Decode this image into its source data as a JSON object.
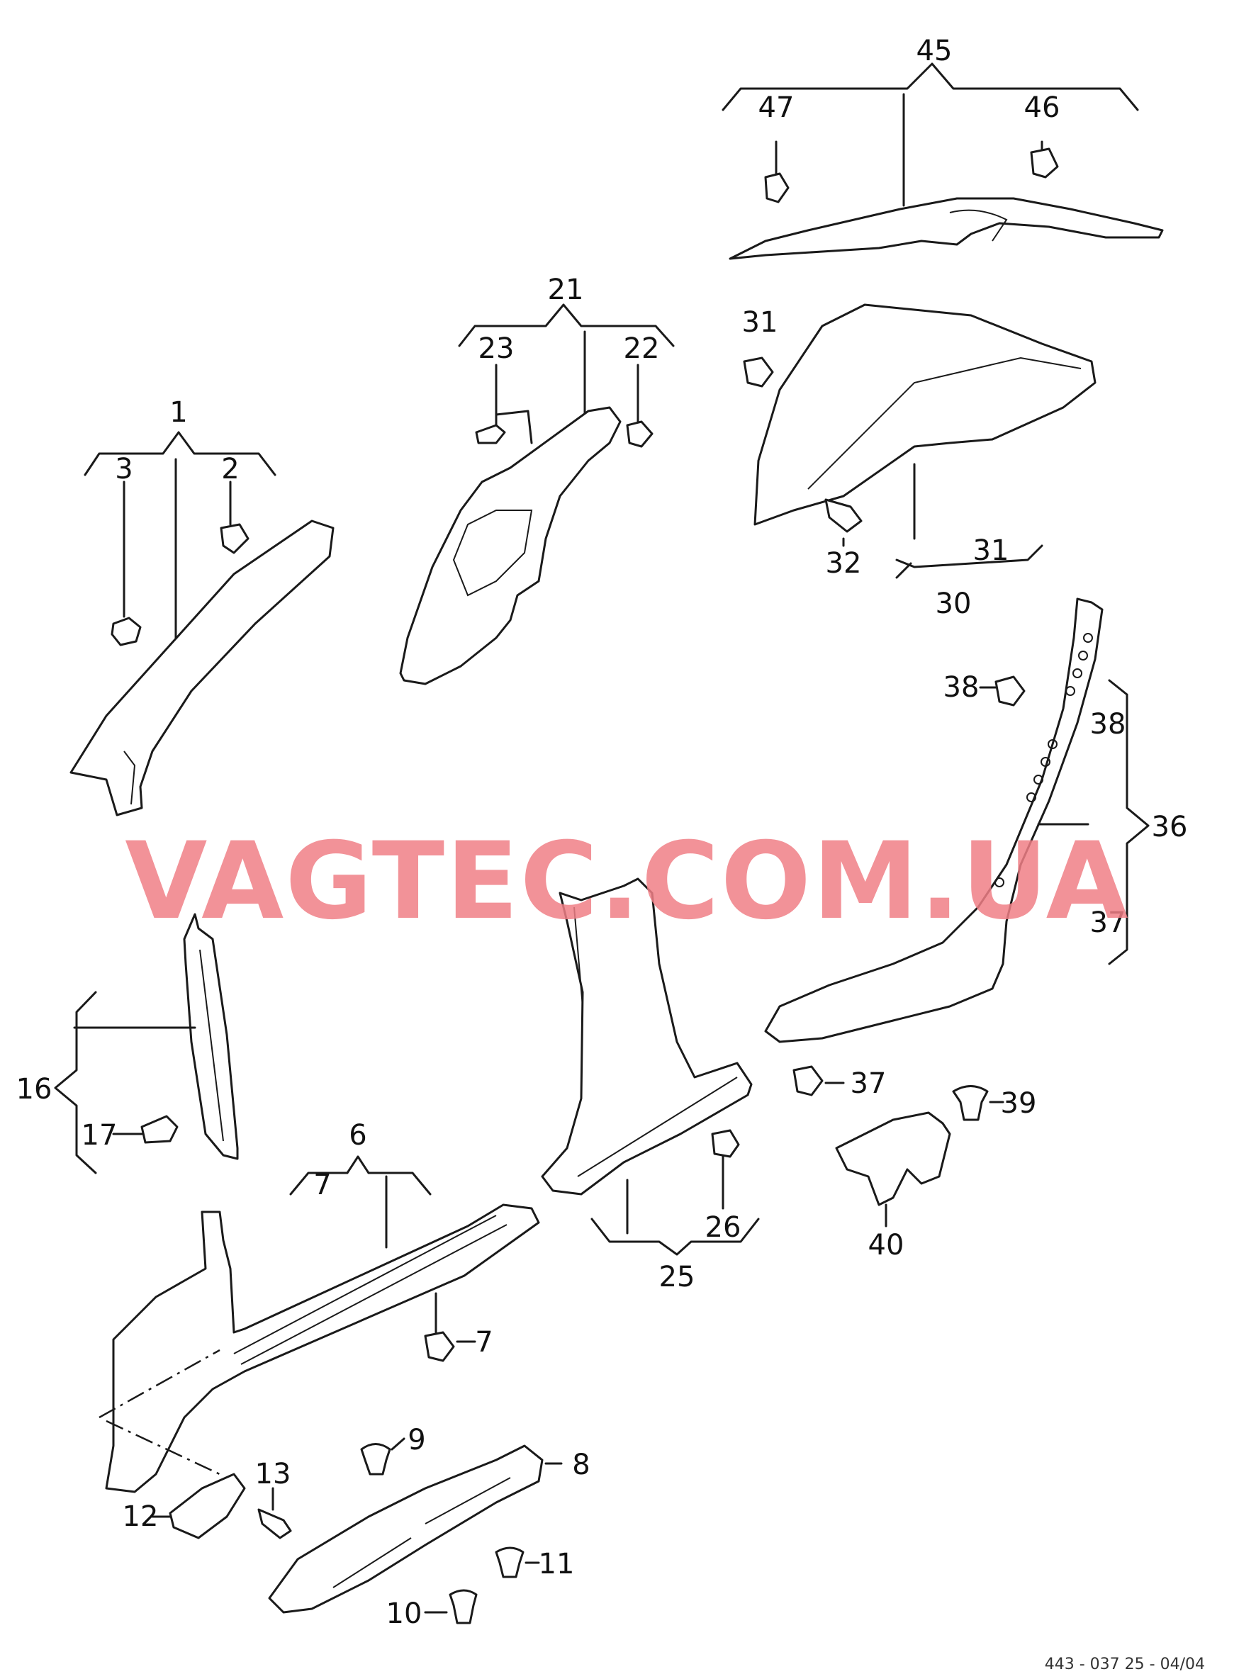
{
  "watermark": "VAGTEC.COM.UA",
  "footer_code": "443 - 037 25 - 04/04",
  "callouts": {
    "n1": "1",
    "n2": "2",
    "n3": "3",
    "n6": "6",
    "n7a": "7",
    "n7b": "7",
    "n8": "8",
    "n9": "9",
    "n10": "10",
    "n11": "11",
    "n12": "12",
    "n13": "13",
    "n16": "16",
    "n17": "17",
    "n21": "21",
    "n22": "22",
    "n23": "23",
    "n25": "25",
    "n26": "26",
    "n30": "30",
    "n31a": "31",
    "n31b": "31",
    "n32": "32",
    "n36": "36",
    "n37a": "37",
    "n37b": "37",
    "n38a": "38",
    "n38b": "38",
    "n39": "39",
    "n40": "40",
    "n45": "45",
    "n46": "46",
    "n47": "47"
  }
}
